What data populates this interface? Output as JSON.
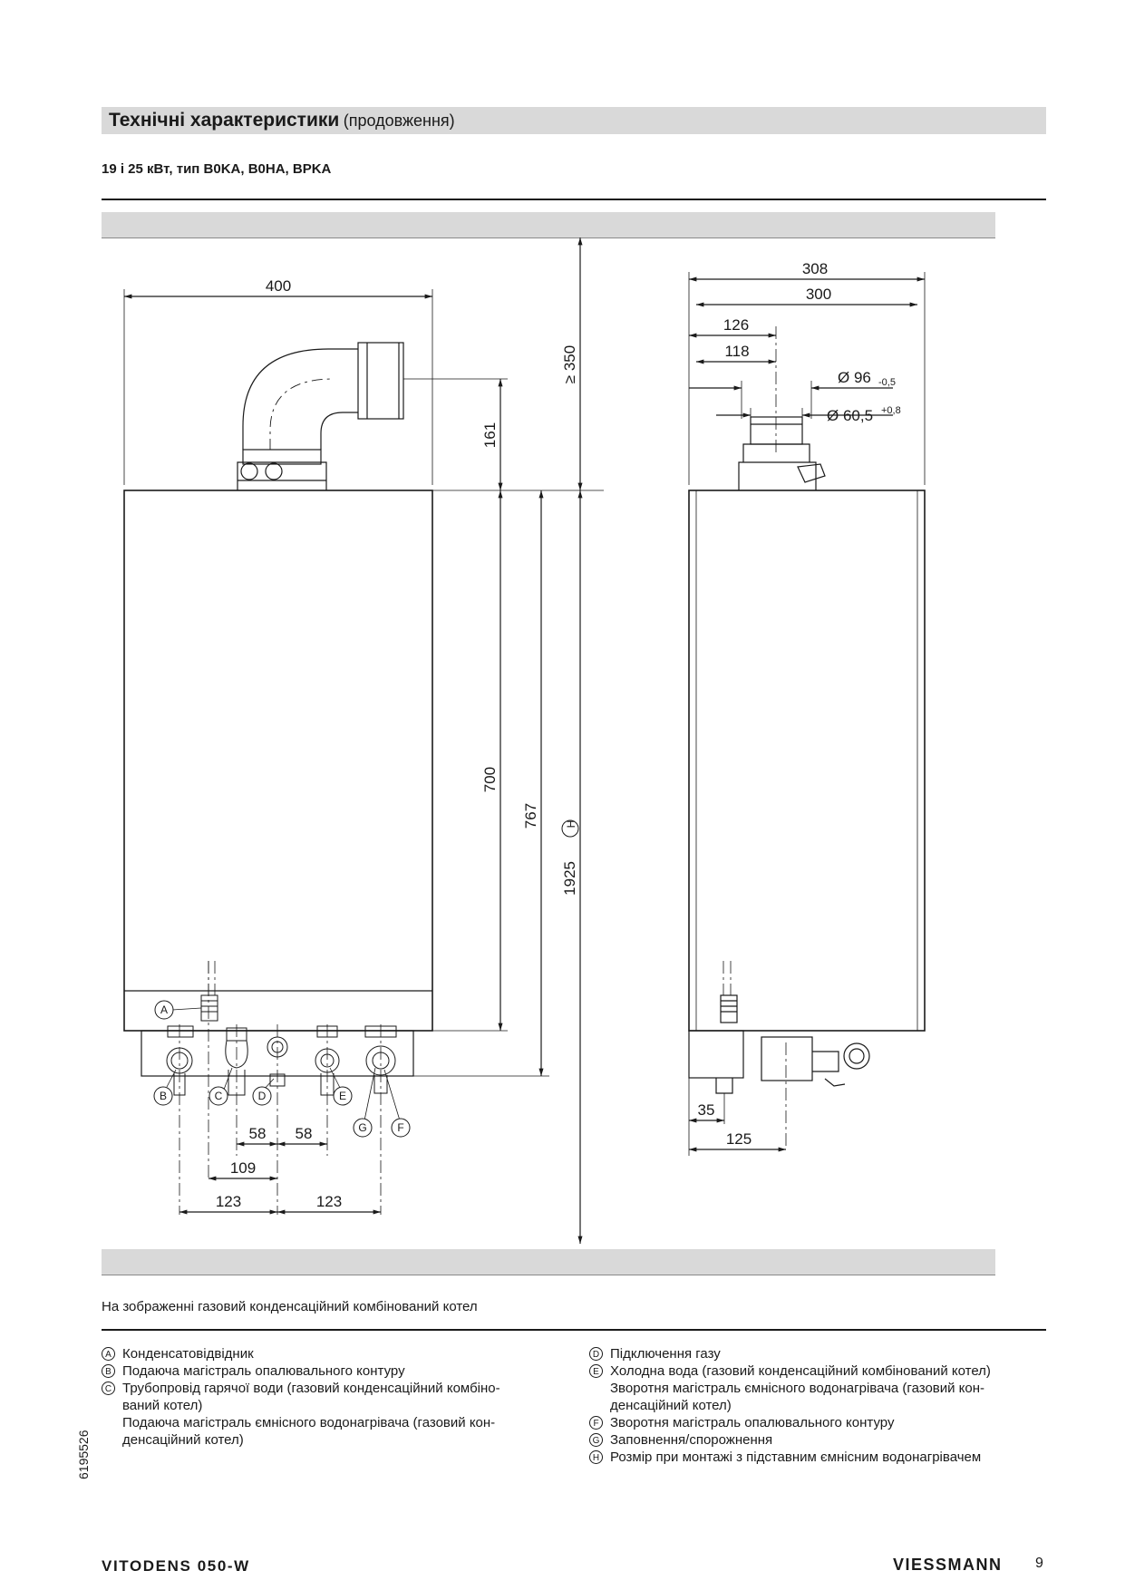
{
  "header": {
    "title": "Технічні характеристики",
    "title_cont": "(продовження)",
    "subtitle": "19 і 25 кВт, тип B0KA, B0HA, BPKA"
  },
  "drawing": {
    "front": {
      "width": "400",
      "flue_offset": "161",
      "clearance_top": "≥ 350",
      "height_casing": "700",
      "height_total": "767",
      "height_install": "1925",
      "height_install_marker": "H",
      "spacing_1": "58",
      "spacing_2": "58",
      "spacing_3": "109",
      "spacing_4": "123",
      "spacing_5": "123",
      "markers": [
        "A",
        "B",
        "C",
        "D",
        "E",
        "F",
        "G"
      ]
    },
    "side": {
      "depth_1": "308",
      "depth_2": "300",
      "offset_1": "126",
      "offset_2": "118",
      "diameter_outer": "Ø 96",
      "diameter_outer_tol": "-0,5",
      "diameter_inner": "Ø 60,5",
      "diameter_inner_tol": "+0,8",
      "bottom_offset": "35",
      "bottom_depth": "125"
    }
  },
  "caption": "На зображенні газовий конденсаційний комбінований котел",
  "legend_left": [
    {
      "marker": "A",
      "text": "Конденсатовідвідник"
    },
    {
      "marker": "B",
      "text": "Подаюча магістраль опалювального контуру"
    },
    {
      "marker": "C",
      "text": "Трубопровід гарячої води (газовий конденсаційний комбіно-\nваний котел)\nПодаюча магістраль ємнісного водонагрівача (газовий кон-\nденсаційний котел)"
    }
  ],
  "legend_right": [
    {
      "marker": "D",
      "text": "Підключення газу"
    },
    {
      "marker": "E",
      "text": "Холодна вода (газовий конденсаційний комбінований котел)\nЗворотня магістраль ємнісного водонагрівача (газовий кон-\nденсаційний котел)"
    },
    {
      "marker": "F",
      "text": "Зворотня магістраль опалювального контуру"
    },
    {
      "marker": "G",
      "text": "Заповнення/спорожнення"
    },
    {
      "marker": "H",
      "text": "Розмір при монтажі з підставним ємнісним водонагрівачем"
    }
  ],
  "footer": {
    "doc_number": "6195526",
    "model": "VITODENS 050-W",
    "brand": "VIESSMANN",
    "page": "9"
  }
}
